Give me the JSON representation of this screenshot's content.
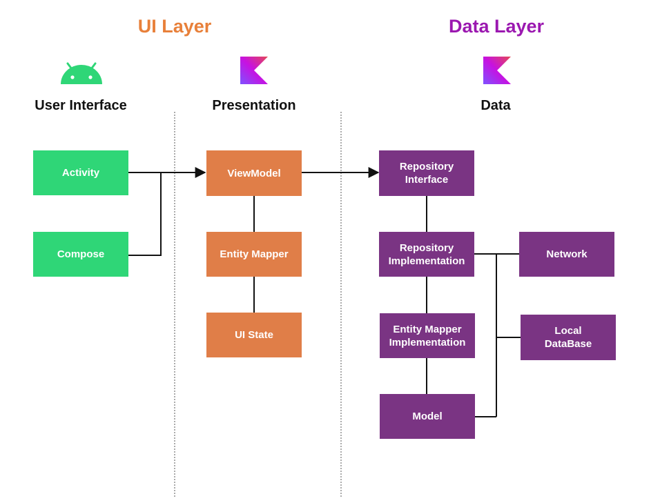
{
  "headers": {
    "ui_layer": "UI Layer",
    "data_layer": "Data Layer"
  },
  "columns": {
    "user_interface": "User Interface",
    "presentation": "Presentation",
    "data": "Data"
  },
  "icons": {
    "user_interface": "android-icon",
    "presentation": "kotlin-icon",
    "data": "kotlin-icon"
  },
  "nodes": {
    "activity": "Activity",
    "compose": "Compose",
    "viewmodel": "ViewModel",
    "entity_mapper": "Entity Mapper",
    "ui_state": "UI State",
    "repository_interface": "Repository\nInterface",
    "repository_implementation": "Repository\nImplementation",
    "entity_mapper_implementation": "Entity Mapper\nImplementation",
    "model": "Model",
    "network": "Network",
    "local_database": "Local\nDataBase"
  },
  "colors": {
    "ui_layer_title": "#e8803a",
    "data_layer_title": "#9b18b0",
    "android_green": "#2fd677",
    "ui_orange": "#e07e48",
    "data_purple": "#7a3483",
    "line": "#111111"
  }
}
